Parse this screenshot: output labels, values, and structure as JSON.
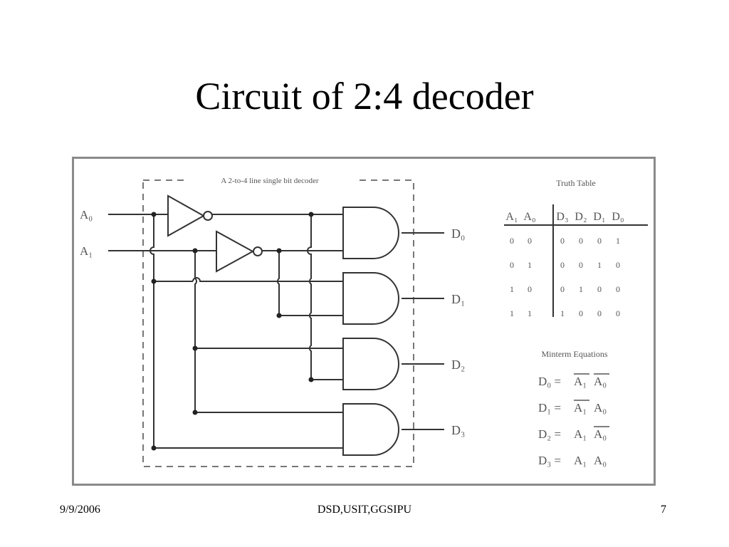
{
  "slide": {
    "title": "Circuit of 2:4 decoder"
  },
  "diagram": {
    "block_label": "A 2-to-4 line single bit decoder",
    "inputs": [
      "A₀",
      "A₁"
    ],
    "outputs": [
      "D₀",
      "D₁",
      "D₂",
      "D₃"
    ]
  },
  "truth_table": {
    "title": "Truth Table",
    "headers": [
      "A₁",
      "A₀",
      "D₃",
      "D₂",
      "D₁",
      "D₀"
    ],
    "rows": [
      [
        "0",
        "0",
        "0",
        "0",
        "0",
        "1"
      ],
      [
        "0",
        "1",
        "0",
        "0",
        "1",
        "0"
      ],
      [
        "1",
        "0",
        "0",
        "1",
        "0",
        "0"
      ],
      [
        "1",
        "1",
        "1",
        "0",
        "0",
        "0"
      ]
    ]
  },
  "minterms": {
    "title": "Minterm Equations",
    "equations": [
      {
        "lhs": "D₀ =",
        "terms": [
          {
            "t": "A₁",
            "bar": true
          },
          {
            "t": "A₀",
            "bar": true
          }
        ]
      },
      {
        "lhs": "D₁ =",
        "terms": [
          {
            "t": "A₁",
            "bar": true
          },
          {
            "t": "A₀",
            "bar": false
          }
        ]
      },
      {
        "lhs": "D₂ =",
        "terms": [
          {
            "t": "A₁",
            "bar": false
          },
          {
            "t": "A₀",
            "bar": true
          }
        ]
      },
      {
        "lhs": "D₃ =",
        "terms": [
          {
            "t": "A₁",
            "bar": false
          },
          {
            "t": "A₀",
            "bar": false
          }
        ]
      }
    ]
  },
  "footer": {
    "date": "9/9/2006",
    "center": "DSD,USIT,GGSIPU",
    "page": "7"
  }
}
